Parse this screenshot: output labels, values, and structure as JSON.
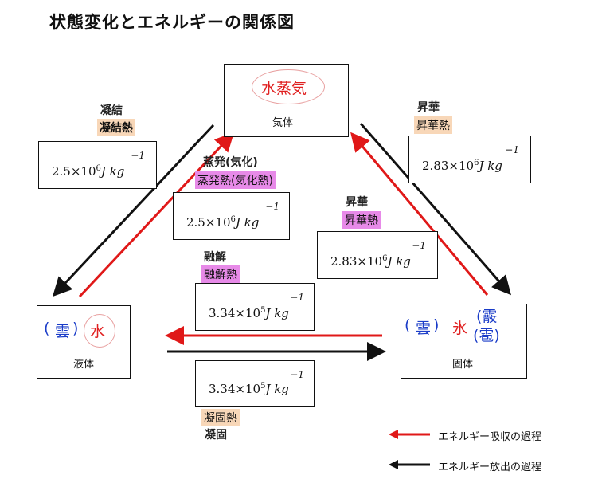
{
  "title": "状態変化とエネルギーの関係図",
  "states": {
    "gas": {
      "main": "水蒸気",
      "name": "気体"
    },
    "liquid": {
      "paren_open": "(",
      "cloud": "雲",
      "paren_close": ")",
      "main": "水",
      "name": "液体"
    },
    "solid": {
      "paren_open": "(",
      "cloud": "雲",
      "paren_close": ")",
      "main": "氷",
      "extra1": "(霰",
      "extra2": "(雹)",
      "name": "固体"
    }
  },
  "energies": {
    "condense_gas_liquid": {
      "mantissa": "2.5",
      "power": "6",
      "unit": "J kg",
      "exp": "−1"
    },
    "evaporation": {
      "mantissa": "2.5",
      "power": "6",
      "unit": "J kg",
      "exp": "−1"
    },
    "sublimation_gas_solid": {
      "mantissa": "2.83",
      "power": "6",
      "unit": "J kg",
      "exp": "−1"
    },
    "sublimation_solid_gas": {
      "mantissa": "2.83",
      "power": "6",
      "unit": "J kg",
      "exp": "−1"
    },
    "melting": {
      "mantissa": "3.34",
      "power": "5",
      "unit": "J kg",
      "exp": "−1"
    },
    "freezing": {
      "mantissa": "3.34",
      "power": "5",
      "unit": "J kg",
      "exp": "−1"
    }
  },
  "labels": {
    "condense_hand": "凝結",
    "condense_heat": "凝結熱",
    "evap_hand": "蒸発(気化)",
    "evap_heat": "蒸発熱(気化熱)",
    "sub_top_hand": "昇華",
    "sub_top_heat": "昇華熱",
    "sub_mid_hand": "昇華",
    "sub_mid_heat": "昇華熱",
    "melt_hand": "融解",
    "melt_heat": "融解熱",
    "freeze_heat": "凝固熱",
    "freeze_hand": "凝固"
  },
  "legend": {
    "absorb": "エネルギー吸収の過程",
    "release": "エネルギー放出の過程"
  },
  "colors": {
    "absorb": "#e01818",
    "release": "#111111",
    "highlight_orange": "#f8d7b8",
    "highlight_pink": "#e78ae8",
    "blue": "#1a3cc8"
  }
}
